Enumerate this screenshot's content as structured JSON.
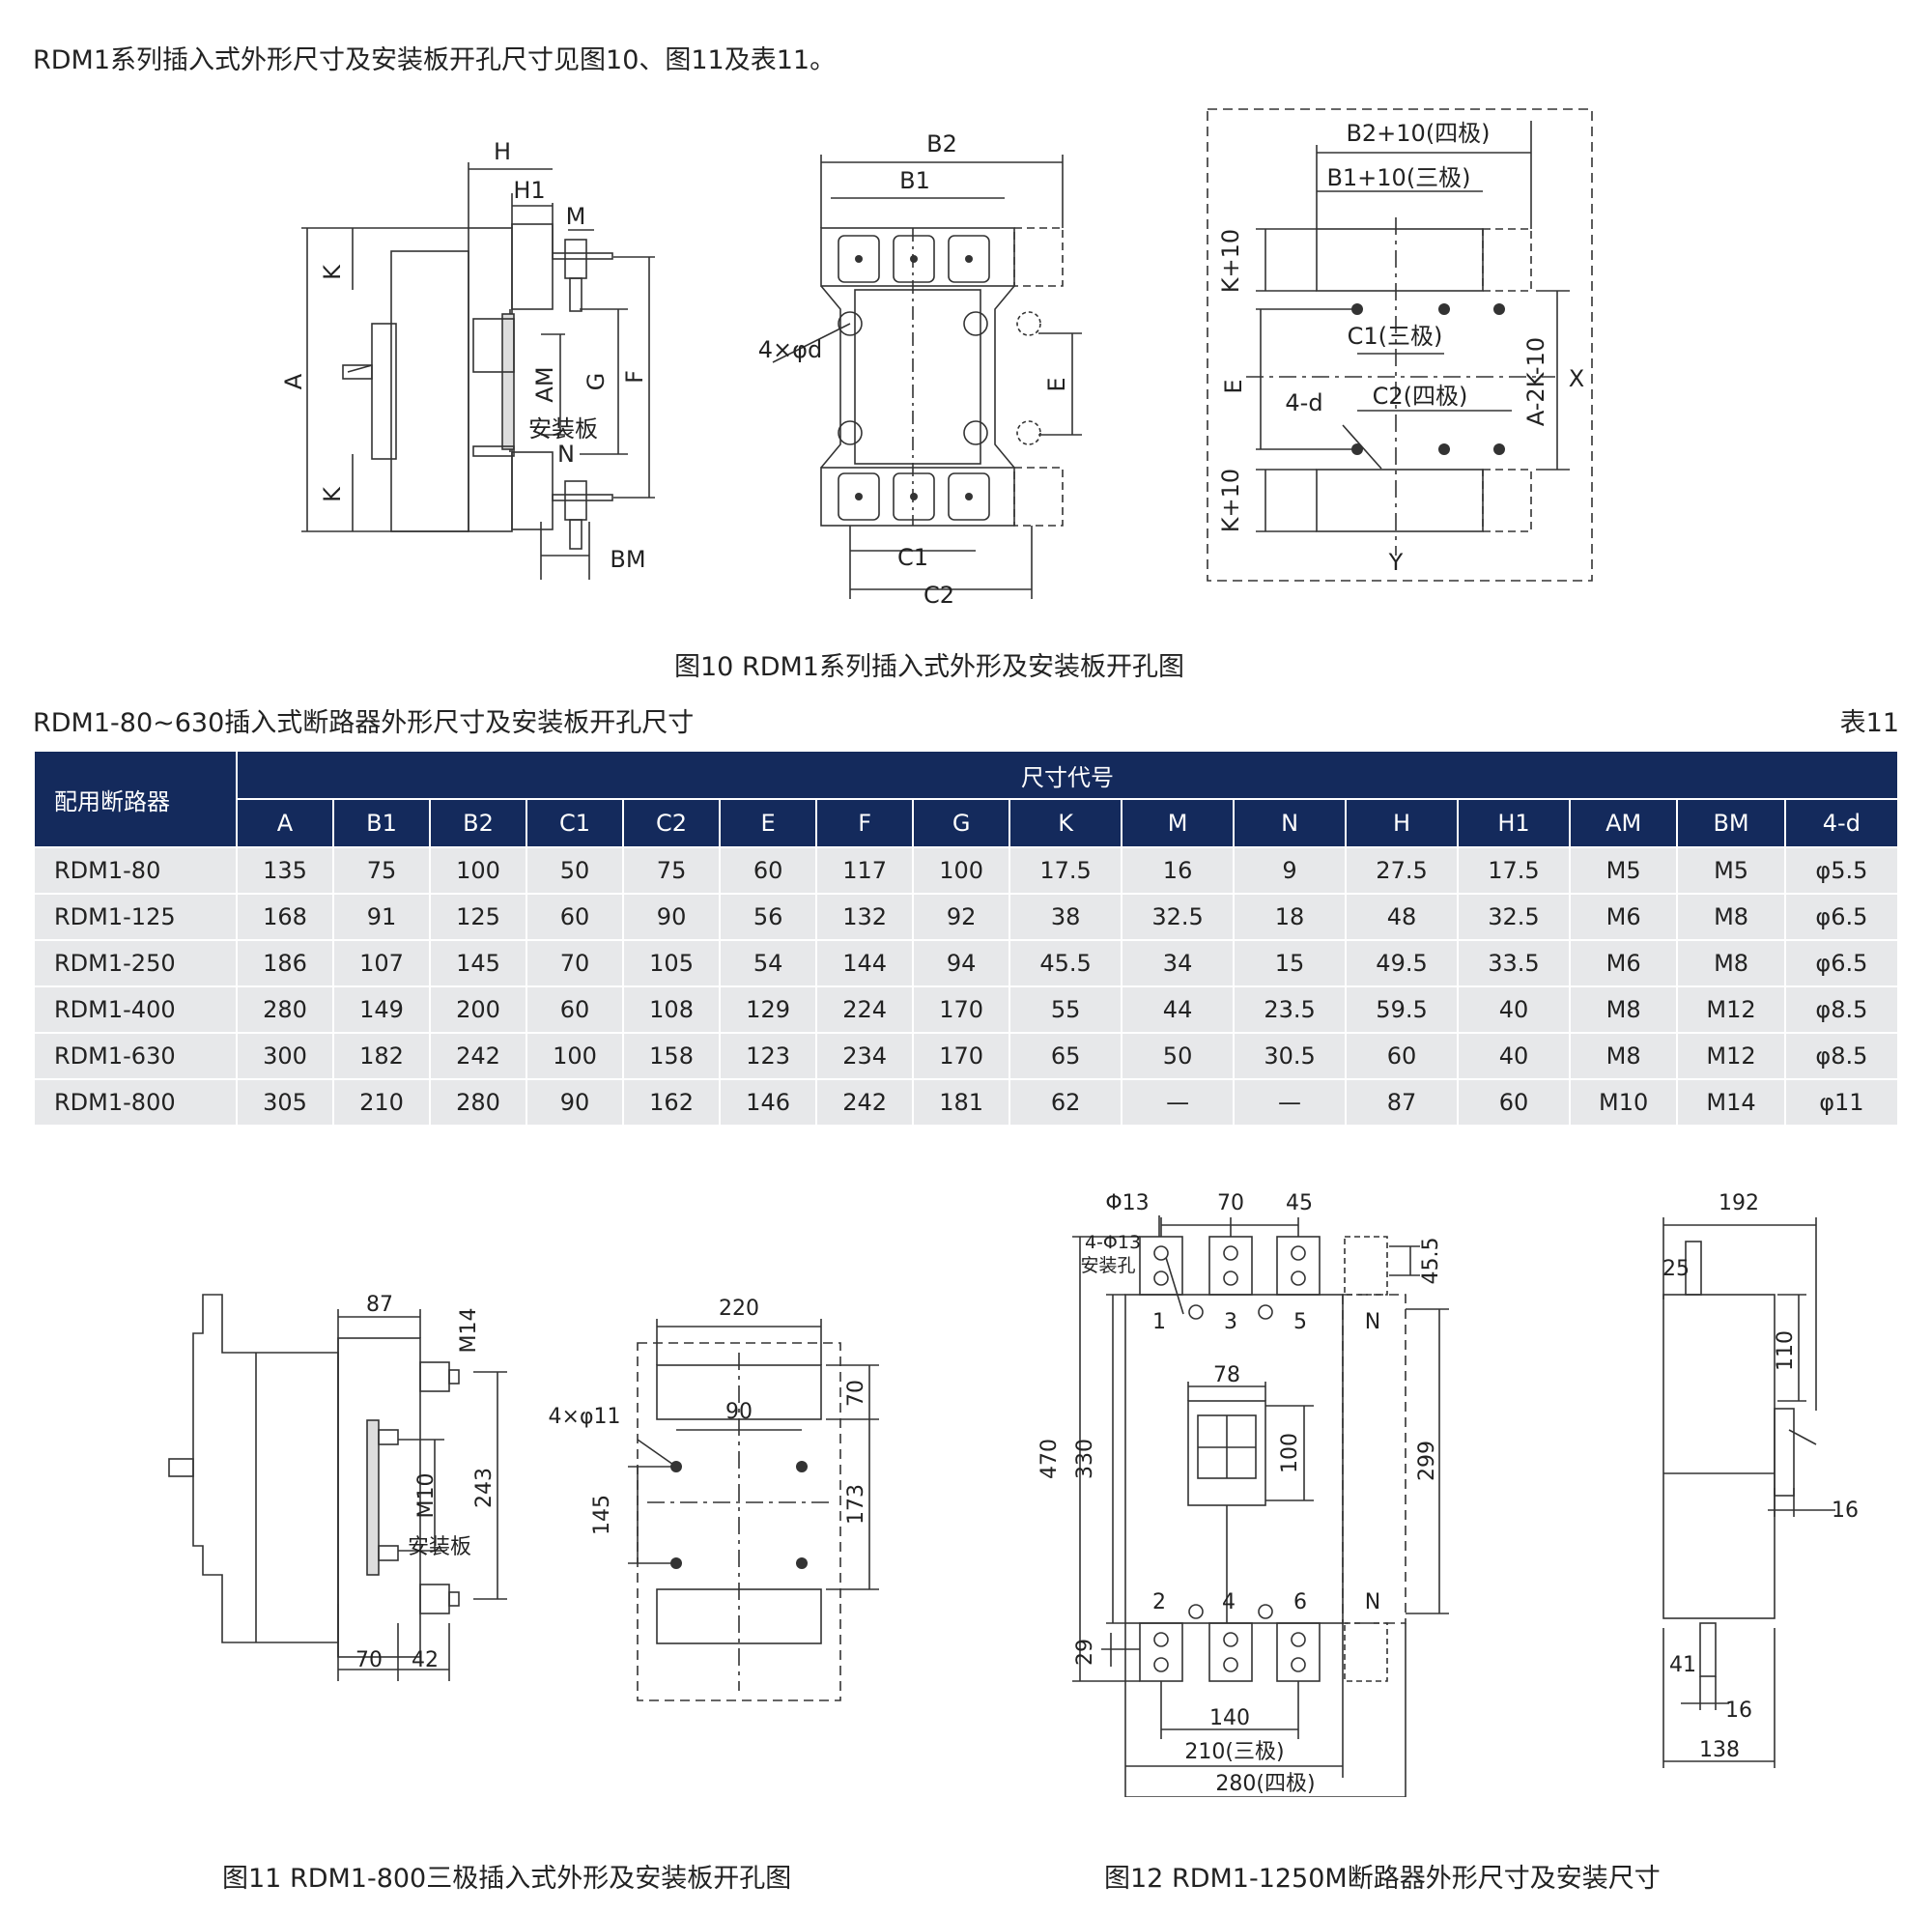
{
  "intro": "RDM1系列插入式外形尺寸及安装板开孔尺寸见图10、图11及表11。",
  "fig10": {
    "caption": "图10  RDM1系列插入式外形及安装板开孔图",
    "side": {
      "H": "H",
      "H1": "H1",
      "M": "M",
      "K_top": "K",
      "K_bot": "K",
      "A": "A",
      "AM": "AM",
      "G": "G",
      "F": "F",
      "plate": "安装板",
      "N": "N",
      "BM": "BM"
    },
    "front": {
      "B2": "B2",
      "B1": "B1",
      "holes": "4×φd",
      "E": "E",
      "C1": "C1",
      "C2": "C2"
    },
    "panel": {
      "B2p": "B2+10(四极)",
      "B1p": "B1+10(三极)",
      "Ktop": "K+10",
      "Kbot": "K+10",
      "E": "E",
      "C1": "C1(三极)",
      "C2": "C2(四极)",
      "d": "4-d",
      "A2K": "A-2K-10",
      "X": "X",
      "Y": "Y"
    }
  },
  "table": {
    "title": "RDM1-80~630插入式断路器外形尺寸及安装板开孔尺寸",
    "number": "表11",
    "col0": "配用断路器",
    "group": "尺寸代号",
    "headers": [
      "A",
      "B1",
      "B2",
      "C1",
      "C2",
      "E",
      "F",
      "G",
      "K",
      "M",
      "N",
      "H",
      "H1",
      "AM",
      "BM",
      "4-d"
    ],
    "rows": [
      [
        "RDM1-80",
        "135",
        "75",
        "100",
        "50",
        "75",
        "60",
        "117",
        "100",
        "17.5",
        "16",
        "9",
        "27.5",
        "17.5",
        "M5",
        "M5",
        "φ5.5"
      ],
      [
        "RDM1-125",
        "168",
        "91",
        "125",
        "60",
        "90",
        "56",
        "132",
        "92",
        "38",
        "32.5",
        "18",
        "48",
        "32.5",
        "M6",
        "M8",
        "φ6.5"
      ],
      [
        "RDM1-250",
        "186",
        "107",
        "145",
        "70",
        "105",
        "54",
        "144",
        "94",
        "45.5",
        "34",
        "15",
        "49.5",
        "33.5",
        "M6",
        "M8",
        "φ6.5"
      ],
      [
        "RDM1-400",
        "280",
        "149",
        "200",
        "60",
        "108",
        "129",
        "224",
        "170",
        "55",
        "44",
        "23.5",
        "59.5",
        "40",
        "M8",
        "M12",
        "φ8.5"
      ],
      [
        "RDM1-630",
        "300",
        "182",
        "242",
        "100",
        "158",
        "123",
        "234",
        "170",
        "65",
        "50",
        "30.5",
        "60",
        "40",
        "M8",
        "M12",
        "φ8.5"
      ],
      [
        "RDM1-800",
        "305",
        "210",
        "280",
        "90",
        "162",
        "146",
        "242",
        "181",
        "62",
        "—",
        "—",
        "87",
        "60",
        "M10",
        "M14",
        "φ11"
      ]
    ]
  },
  "fig11": {
    "caption": "图11  RDM1-800三极插入式外形及安装板开孔图",
    "side": {
      "d87": "87",
      "m14": "M14",
      "m10": "M10",
      "d243": "243",
      "plate": "安装板",
      "d70": "70",
      "d42": "42"
    },
    "panel": {
      "d220": "220",
      "d90": "90",
      "holes": "4×φ11",
      "d70": "70",
      "d145": "145",
      "d173": "173"
    }
  },
  "fig12": {
    "caption": "图12 RDM1-1250M断路器外形尺寸及安装尺寸",
    "front": {
      "phi13": "Φ13",
      "d70": "70",
      "d45": "45",
      "holes": "4-Φ13",
      "hole_label": "安装孔",
      "d45_5": "45.5",
      "t1": "1",
      "t3": "3",
      "t5": "5",
      "tN": "N",
      "b2": "2",
      "b4": "4",
      "b6": "6",
      "bN": "N",
      "d78": "78",
      "d100": "100",
      "d470": "470",
      "d330": "330",
      "d299": "299",
      "d29": "29",
      "d140": "140",
      "d210": "210(三极)",
      "d280": "280(四极)"
    },
    "side": {
      "d192": "192",
      "d25": "25",
      "d110": "110",
      "d16a": "16",
      "d41": "41",
      "d16b": "16",
      "d138": "138"
    }
  }
}
